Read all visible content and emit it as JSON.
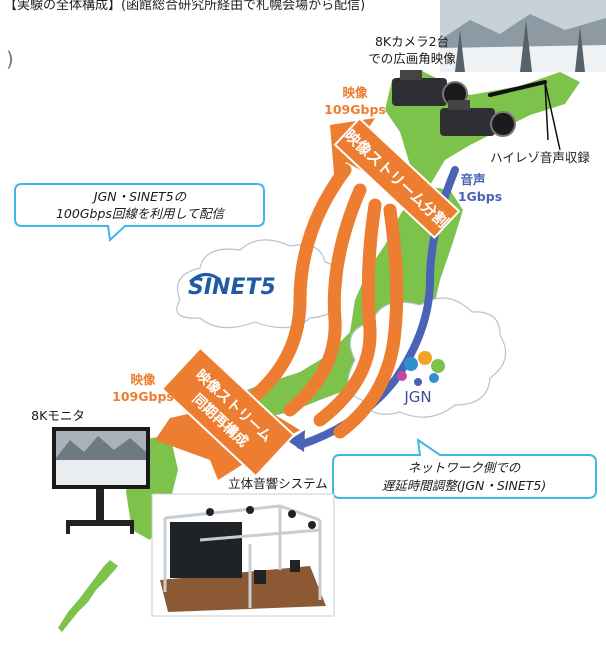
{
  "header": {
    "text": "【実験の全体構成】(函館総合研究所経由で札幌会場から配信)"
  },
  "left_bracket": ")",
  "camera": {
    "line1": "8Kカメラ2台",
    "line2": "での広画角映像"
  },
  "video_top": {
    "label": "映像",
    "rate": "109Gbps"
  },
  "audio_top": {
    "label": "音声",
    "rate": "1Gbps"
  },
  "hires_audio": "ハイレゾ音声収録",
  "split_stream": "映像ストリーム分割",
  "jgn_callout": {
    "line1": "JGN・SINET5の",
    "line2": "100Gbps回線を利用して配信"
  },
  "sinet_logo": "SINET5",
  "jgn_logo": "JGN",
  "video_bottom": {
    "label": "映像",
    "rate": "109Gbps"
  },
  "monitor_label": "8Kモニタ",
  "sync_stream": {
    "line1": "映像ストリーム",
    "line2": "同期再構成"
  },
  "sound_system": "立体音響システム",
  "delay_callout": {
    "line1": "ネットワーク側での",
    "line2": "遅延時間調整(JGN・SINET5)"
  },
  "colors": {
    "orange": "#ED7D31",
    "blue": "#4A63B5",
    "japan_green": "#7DC24B",
    "callout_border": "#3DB7E4"
  }
}
